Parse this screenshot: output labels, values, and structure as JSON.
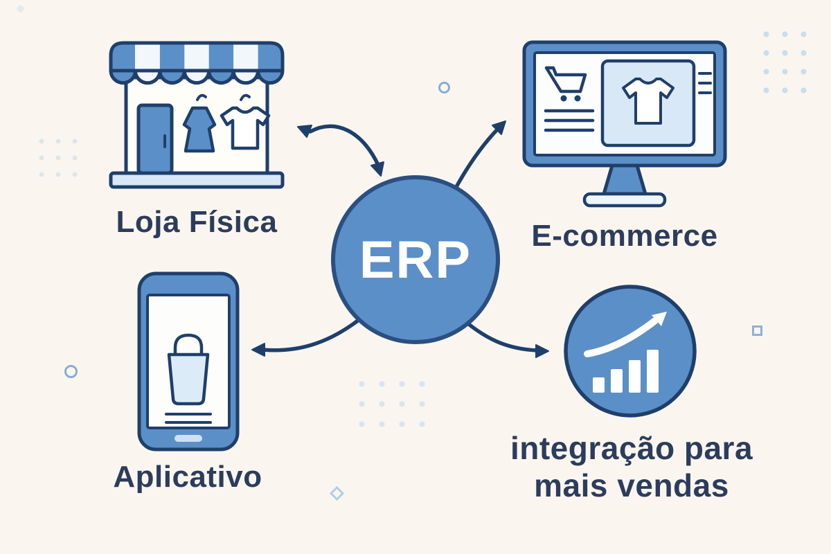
{
  "center": {
    "label": "ERP"
  },
  "nodes": {
    "store": {
      "label": "Loja Física",
      "icon": "storefront-icon"
    },
    "ecommerce": {
      "label": "E-commerce",
      "icon": "monitor-cart-tshirt-icon"
    },
    "app": {
      "label": "Aplicativo",
      "icon": "smartphone-shopping-bag-icon"
    },
    "growth": {
      "line1": "integração para",
      "line2": "mais vendas",
      "icon": "bar-chart-up-arrow-icon"
    }
  },
  "decor": {
    "shapes": [
      "dot-grid",
      "ring",
      "square-outline",
      "diamond-outline"
    ]
  },
  "colors": {
    "background": "#faf6ef",
    "outline_navy": "#1f3f6b",
    "text_navy": "#2c3c5c",
    "primary_blue": "#5b8fc7",
    "light_blue": "#d9e8f6",
    "pale_blue": "#eef5fc",
    "decor_blue": "#cadded",
    "white": "#ffffff"
  }
}
